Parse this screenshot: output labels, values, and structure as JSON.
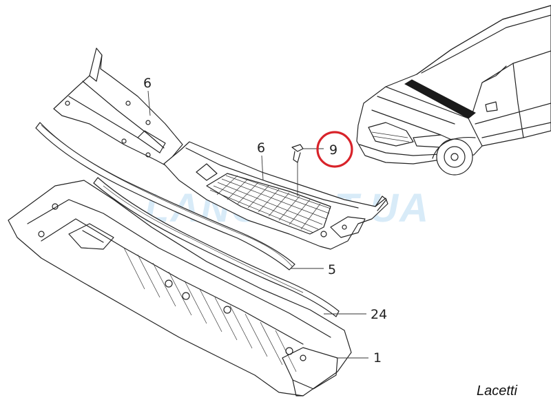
{
  "watermark": "LANOS-ST.UA",
  "model_name": "Lacetti",
  "callouts": {
    "upper_cowl": "6",
    "lower_cowl": "6",
    "clip": "9",
    "seal": "5",
    "strip": "24",
    "panel": "1"
  },
  "highlight": {
    "part": "9",
    "color": "#d8232a"
  }
}
